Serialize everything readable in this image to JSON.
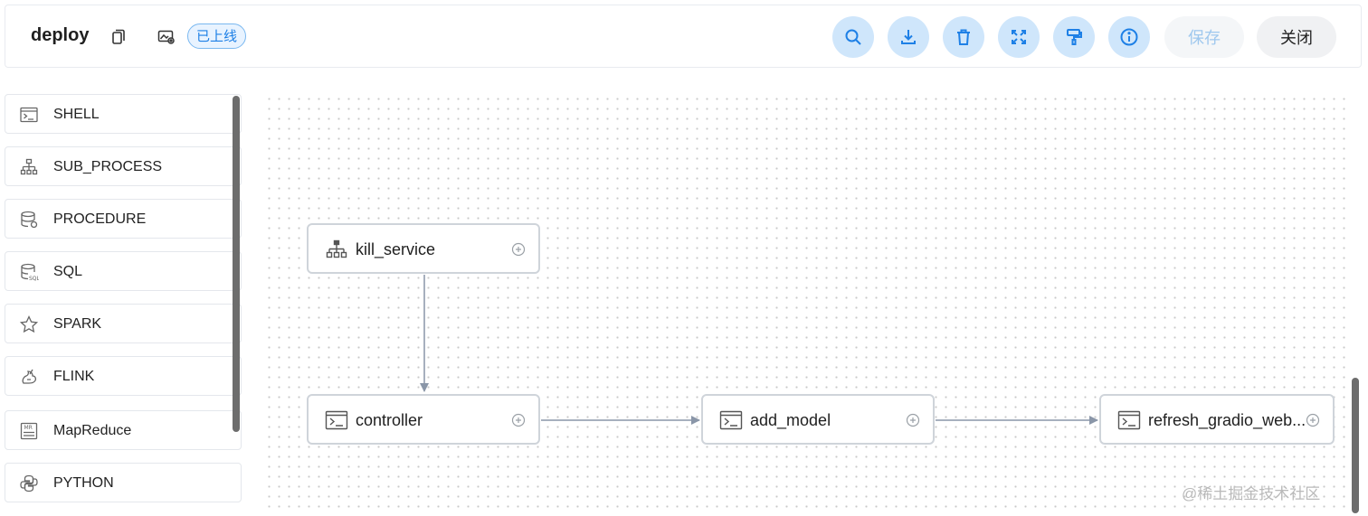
{
  "header": {
    "title": "deploy",
    "status_badge": "已上线",
    "toolbar": {
      "search_icon": "search-icon",
      "download_icon": "download-icon",
      "delete_icon": "trash-icon",
      "fullscreen_icon": "fullscreen-icon",
      "format_icon": "paint-roller-icon",
      "info_icon": "info-icon",
      "save_label": "保存",
      "close_label": "关闭"
    }
  },
  "sidebar": {
    "items": [
      {
        "label": "SHELL",
        "icon": "terminal-icon"
      },
      {
        "label": "SUB_PROCESS",
        "icon": "sitemap-icon"
      },
      {
        "label": "PROCEDURE",
        "icon": "database-icon"
      },
      {
        "label": "SQL",
        "icon": "sql-database-icon"
      },
      {
        "label": "SPARK",
        "icon": "spark-star-icon"
      },
      {
        "label": "FLINK",
        "icon": "flink-squirrel-icon"
      },
      {
        "label": "MapReduce",
        "icon": "mapreduce-icon"
      },
      {
        "label": "PYTHON",
        "icon": "python-icon"
      }
    ]
  },
  "canvas": {
    "nodes": [
      {
        "label": "kill_service",
        "icon": "sitemap-icon"
      },
      {
        "label": "controller",
        "icon": "terminal-icon"
      },
      {
        "label": "add_model",
        "icon": "terminal-icon"
      },
      {
        "label": "refresh_gradio_web...",
        "icon": "terminal-icon"
      }
    ]
  },
  "watermark": "@稀土掘金技术社区",
  "colors": {
    "accent": "#1e80e6",
    "toolbar_button_bg": "#cfe6fb",
    "node_border": "#cfd4da",
    "edge": "#8a96a8"
  }
}
